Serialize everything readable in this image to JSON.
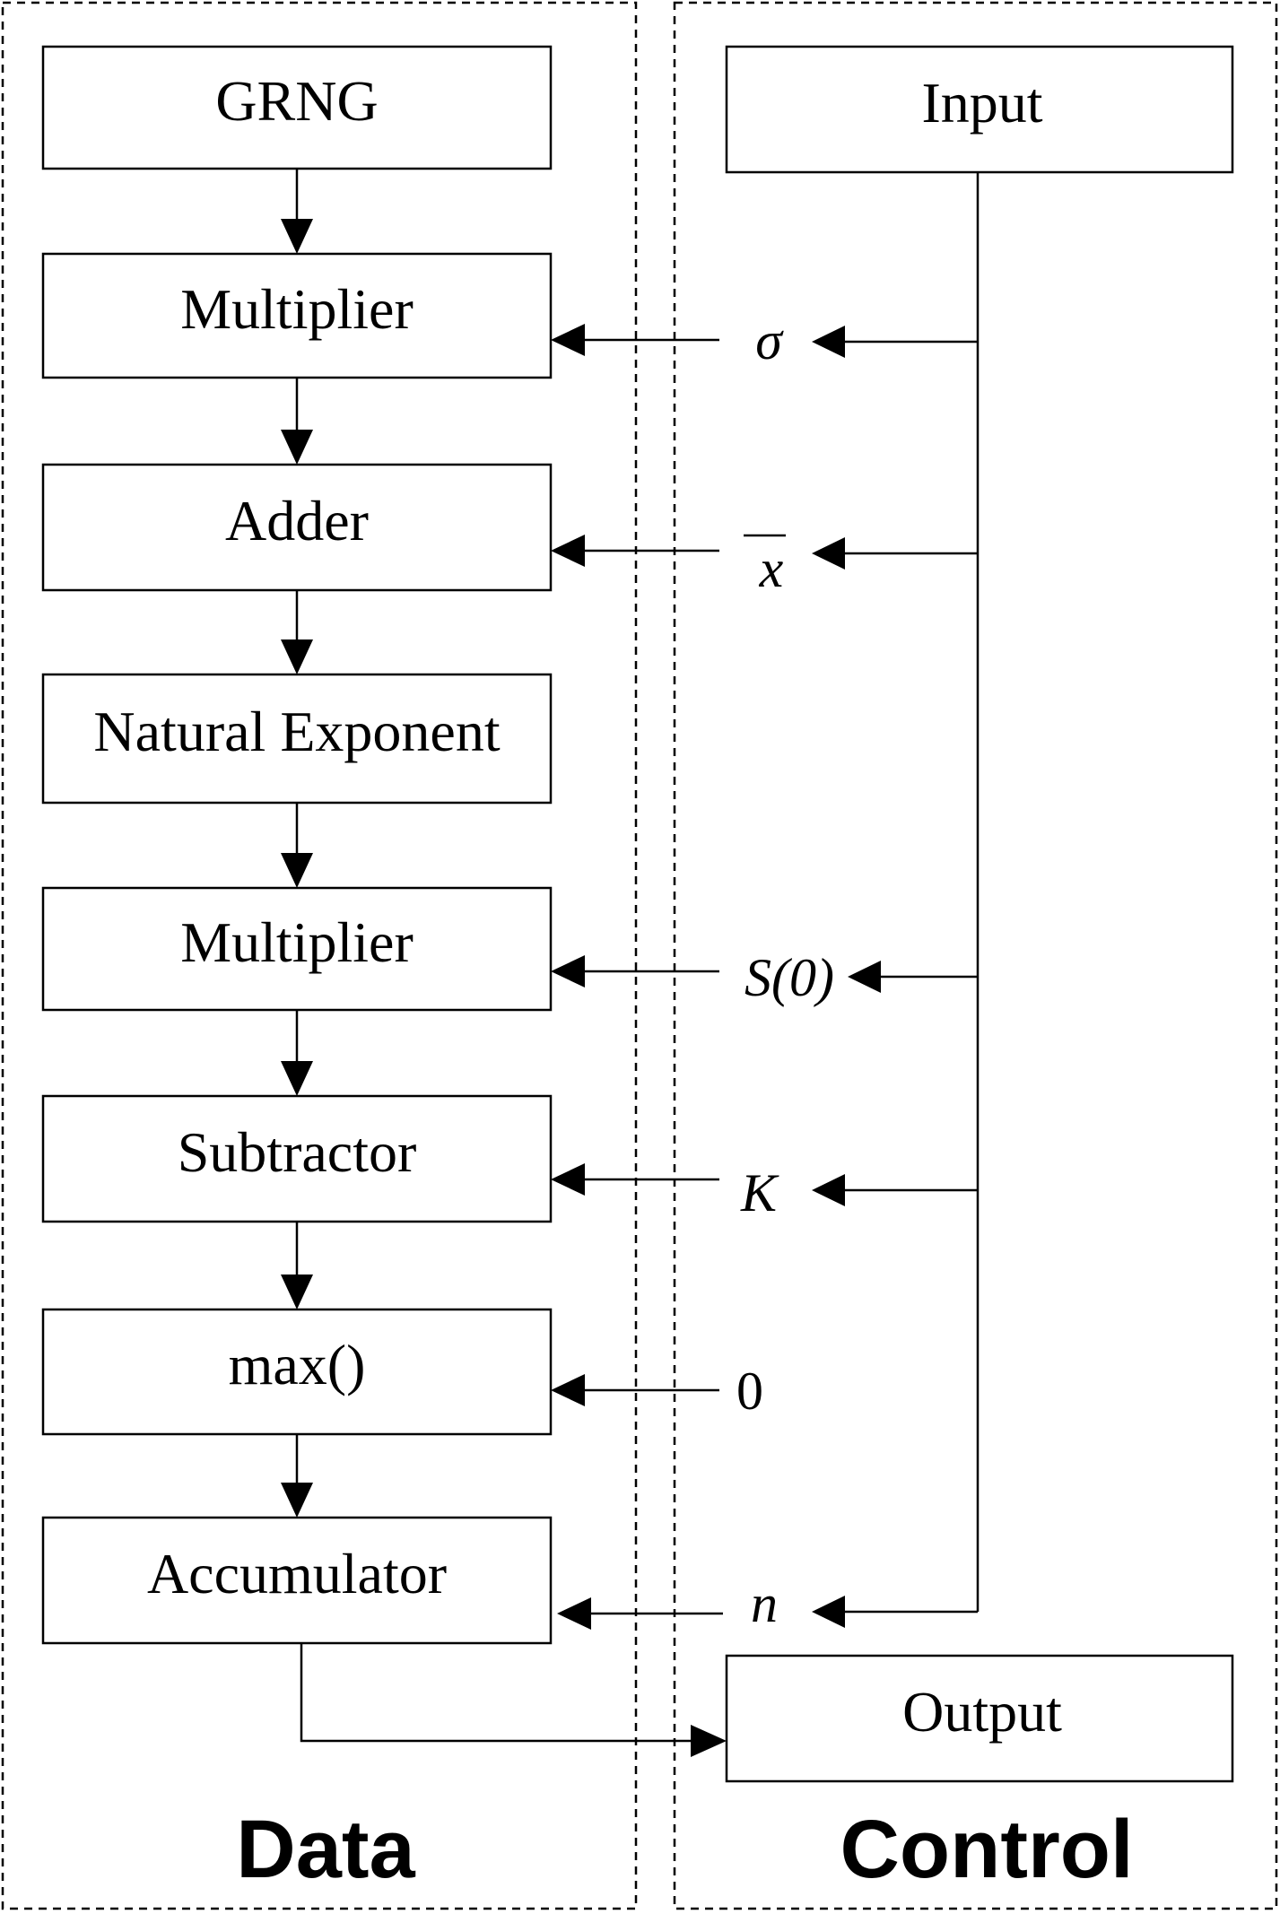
{
  "regions": {
    "data_title": "Data",
    "control_title": "Control"
  },
  "data_path": {
    "grng": "GRNG",
    "multiplier_1": "Multiplier",
    "adder": "Adder",
    "natural_exponent": "Natural Exponent",
    "multiplier_2": "Multiplier",
    "subtractor": "Subtractor",
    "max": "max()",
    "accumulator": "Accumulator"
  },
  "control_path": {
    "input": "Input",
    "output": "Output"
  },
  "parameters": {
    "sigma": "σ",
    "x_bar": "x",
    "s0": "S(0)",
    "k": "K",
    "zero": "0",
    "n": "n"
  }
}
